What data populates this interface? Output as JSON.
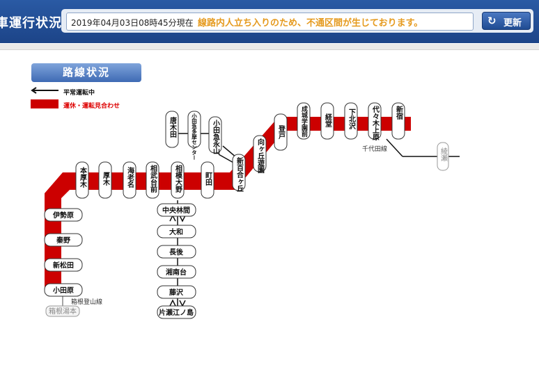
{
  "header": {
    "title": "車運行状況",
    "timestamp": "2019年04月03日08時45分現在",
    "message": "線路内人立ち入りのため、不通区間が生じております。",
    "refresh_label": "更新"
  },
  "section": {
    "title": "路線状況"
  },
  "legend": {
    "normal": "平常運転中",
    "delay": "運休・運転見合わせ"
  },
  "colors": {
    "delay_red": "#cc0000",
    "header_blue": "#1c4488",
    "message_orange": "#e59a1e"
  },
  "stations": {
    "shinjuku": "新宿",
    "yoyogi_uehara": "代々木上原",
    "shimokitazawa": "下北沢",
    "kyodo": "経堂",
    "seijogakuen_mae": "成城学園前",
    "noborito": "登戸",
    "mukogaoka_yuen": "向ヶ丘遊園",
    "shinyurigaoka": "新百合ヶ丘",
    "odakyu_nagayama": "小田急永山",
    "odakyu_tama_center": "小田急多摩センター",
    "karakida": "唐木田",
    "machida": "町田",
    "sagami_ono": "相模大野",
    "sagamidai_mae": "相武台前",
    "ebina": "海老名",
    "atsugi": "厚木",
    "hon_atsugi": "本厚木",
    "isehara": "伊勢原",
    "hadano": "秦野",
    "shin_matsuda": "新松田",
    "odawara": "小田原",
    "hakone_yumoto": "箱根湯本",
    "chuo_rinkan": "中央林間",
    "yamato": "大和",
    "chogo": "長後",
    "shonandai": "湘南台",
    "fujisawa": "藤沢",
    "katase_enoshima": "片瀬江ノ島",
    "ayase": "綾瀬"
  },
  "lines": {
    "chiyoda": "千代田線",
    "hakone_tozan": "箱根登山線"
  }
}
